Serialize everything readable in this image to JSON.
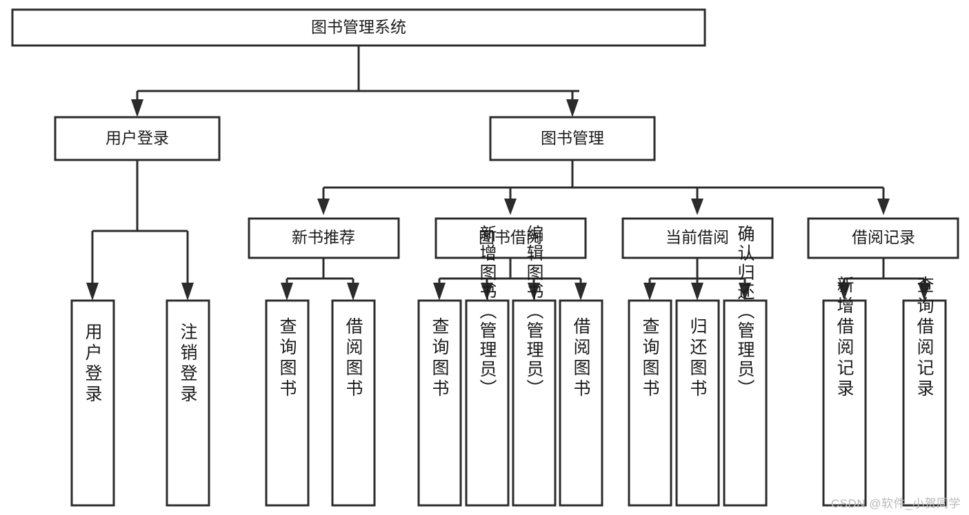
{
  "diagram": {
    "title": "图书管理系统",
    "type": "tree-hierarchy",
    "watermark": "CSDN @软件_小贺同学",
    "colors": {
      "stroke": "#2b2b2b",
      "fill": "#ffffff",
      "text": "#1a1a1a",
      "watermark": "#b9b9b9",
      "background": "#ffffff"
    },
    "root": {
      "label": "图书管理系统"
    },
    "level2": [
      {
        "label": "用户登录"
      },
      {
        "label": "图书管理"
      }
    ],
    "level3": [
      {
        "label": "新书推荐"
      },
      {
        "label": "图书借阅"
      },
      {
        "label": "当前借阅"
      },
      {
        "label": "借阅记录"
      }
    ],
    "leaves": {
      "user_login": [
        {
          "label": "用户登录"
        },
        {
          "label": "注销登录"
        }
      ],
      "new_book_recommend": [
        {
          "label": "查询图书"
        },
        {
          "label": "借阅图书"
        }
      ],
      "book_borrow": [
        {
          "label": "查询图书"
        },
        {
          "label": "新增图书（管理员）"
        },
        {
          "label": "编辑图书（管理员）"
        },
        {
          "label": "借阅图书"
        }
      ],
      "current_borrow": [
        {
          "label": "查询图书"
        },
        {
          "label": "归还图书"
        },
        {
          "label": "确认归还（管理员）"
        }
      ],
      "borrow_record": [
        {
          "label": "新增借阅记录"
        },
        {
          "label": "查询借阅记录"
        }
      ]
    }
  }
}
